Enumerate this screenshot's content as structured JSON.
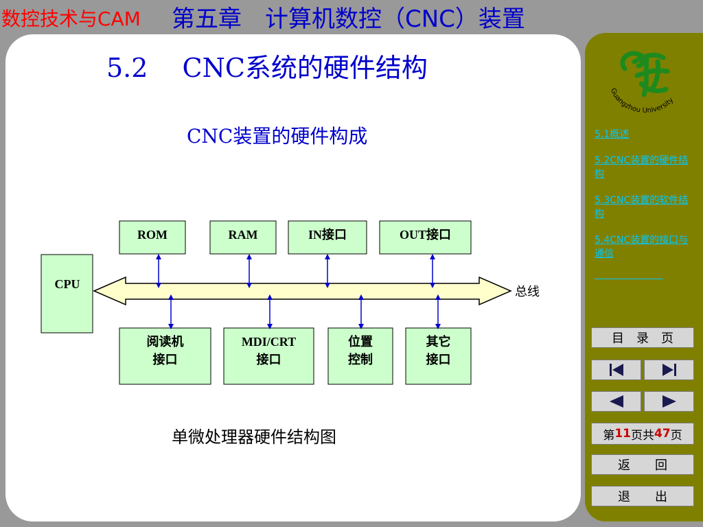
{
  "header": {
    "course_title": "数控技术与CAM",
    "chapter_title": "第五章　计算机数控（CNC）装置"
  },
  "main": {
    "heading": "5.2　 CNC系统的硬件结构",
    "subtitle": "CNC装置的硬件构成",
    "caption": "单微处理器硬件结构图"
  },
  "diagram": {
    "cpu_label": "CPU",
    "bus_label": "总线",
    "top_modules": [
      "ROM",
      "RAM",
      "IN接口",
      "OUT接口"
    ],
    "bottom_modules": [
      [
        "阅读机",
        "接口"
      ],
      [
        "MDI/CRT",
        "接口"
      ],
      [
        "位置",
        "控制"
      ],
      [
        "其它",
        "接口"
      ]
    ],
    "colors": {
      "module_fill": "#ccffcc",
      "bus_fill": "#ffffcc",
      "arrow": "#0000cc"
    }
  },
  "sidebar": {
    "logo_icon": "guangzhou-university-logo",
    "logo_text": "Guangzhou University",
    "nav": [
      {
        "label": "5.1概述"
      },
      {
        "label": "5.2CNC装置的硬件结构"
      },
      {
        "label": "5.3CNC装置的软件结构"
      },
      {
        "label": "5.4CNC装置的接口与通信"
      }
    ],
    "toc_label": "目　录　页",
    "page_prefix": "第",
    "page_current": "11",
    "page_middle": "页共",
    "page_total": "47",
    "page_suffix": "页",
    "back_label": "返　　回",
    "exit_label": "退　　出",
    "colors": {
      "panel": "#808000",
      "link": "#00c8ff",
      "page_number": "#cc0000"
    }
  }
}
